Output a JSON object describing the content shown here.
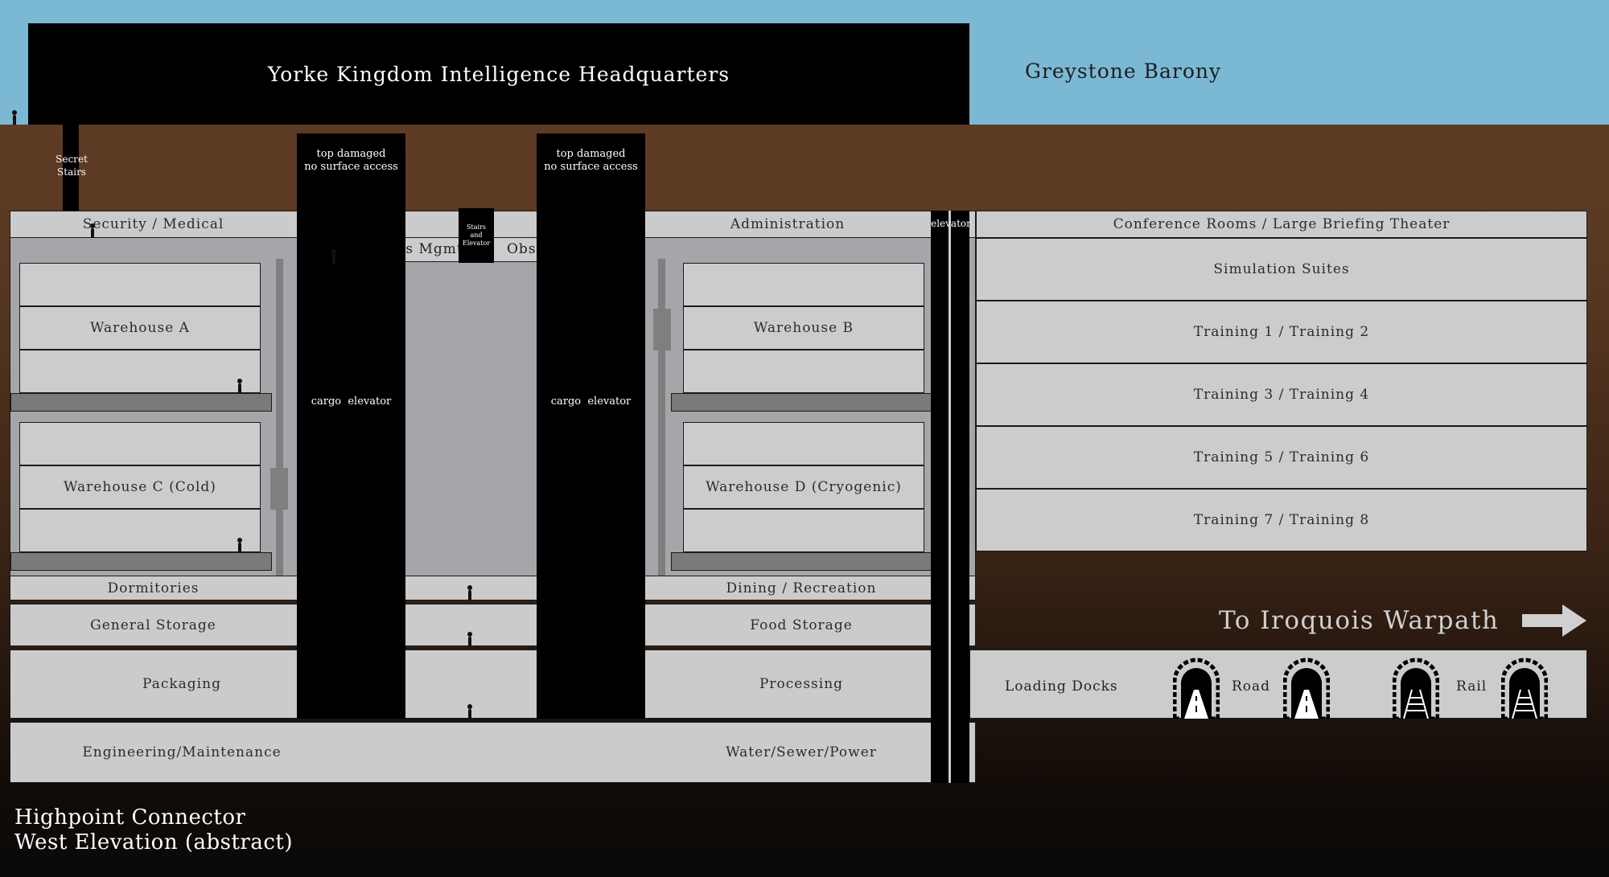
{
  "headquarters": "Yorke Kingdom Intelligence Headquarters",
  "barony": "Greystone Barony",
  "secret_stairs": [
    "Secret",
    "Stairs"
  ],
  "shaft_top_left": [
    "top damaged",
    "no surface access"
  ],
  "shaft_top_right": [
    "top damaged",
    "no surface access"
  ],
  "stairs_elevator": [
    "Stairs",
    "and",
    "Elevator"
  ],
  "elevator_label": "elevator",
  "cargo_elevator_left": "cargo  elevator",
  "cargo_elevator_right": "cargo  elevator",
  "rooms": {
    "security_medical": "Security / Medical",
    "logistics": "Logistics Mgmt.",
    "observation": "Observation",
    "administration": "Administration",
    "conference": "Conference Rooms / Large Briefing Theater",
    "simulation": "Simulation Suites",
    "training_12": "Training 1 / Training 2",
    "training_34": "Training 3 / Training 4",
    "training_56": "Training 5 / Training 6",
    "training_78": "Training 7 / Training 8",
    "warehouse_a": "Warehouse A",
    "warehouse_b": "Warehouse B",
    "warehouse_c": "Warehouse C (Cold)",
    "warehouse_d": "Warehouse D (Cryogenic)",
    "dormitories": "Dormitories",
    "dining": "Dining / Recreation",
    "general_storage": "General Storage",
    "food_storage": "Food Storage",
    "packaging": "Packaging",
    "processing": "Processing",
    "engineering": "Engineering/Maintenance",
    "water_power": "Water/Sewer/Power",
    "loading_docks": "Loading Docks",
    "road": "Road",
    "rail": "Rail"
  },
  "to_warpath": "To Iroquois Warpath",
  "caption": [
    "Highpoint Connector",
    "West Elevation (abstract)"
  ],
  "colors": {
    "sky": "#7bb8d4",
    "earth": "#5e3b24",
    "room": "#cccccc",
    "hall": "#a5a6aa",
    "shaft": "#000000"
  },
  "icons": [
    "road-tunnel-icon",
    "rail-tunnel-icon",
    "right-arrow-icon",
    "person-icon"
  ]
}
